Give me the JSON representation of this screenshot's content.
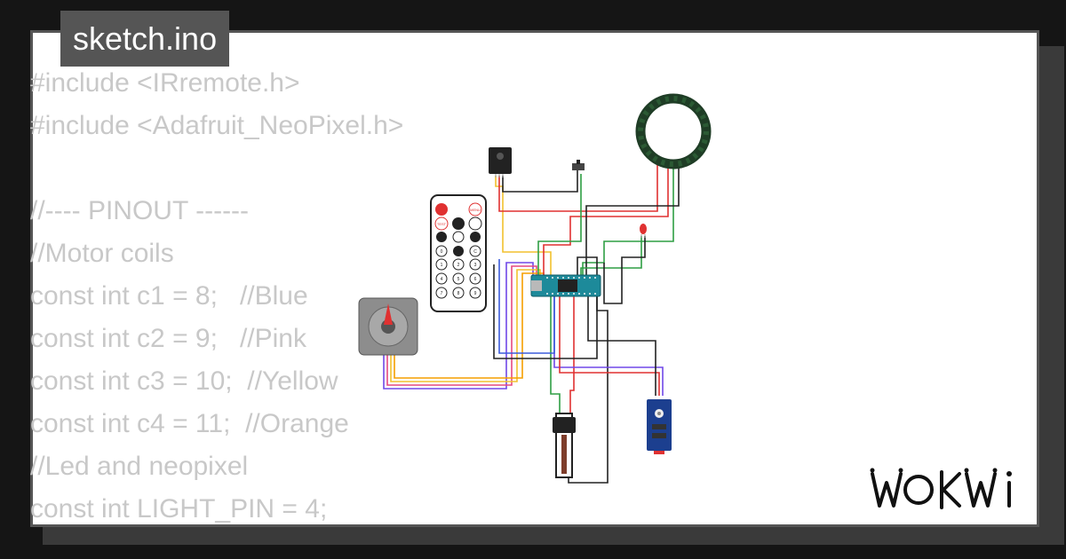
{
  "tab": {
    "title": "sketch.ino"
  },
  "code": {
    "lines": [
      "#include <IRremote.h>",
      "#include <Adafruit_NeoPixel.h>",
      "",
      "//---- PINOUT ------",
      "//Motor coils",
      "const int c1 = 8;   //Blue",
      "const int c2 = 9;   //Pink",
      "const int c3 = 10;  //Yellow",
      "const int c4 = 11;  //Orange",
      "//Led and neopixel",
      "const int LIGHT_PIN = 4;"
    ]
  },
  "diagram": {
    "components": [
      "arduino-nano-icon",
      "ir-remote-icon",
      "ir-receiver-icon",
      "stepper-motor-icon",
      "neopixel-ring-icon",
      "slide-switch-icon",
      "red-led-icon",
      "slide-potentiometer-icon",
      "sensor-module-icon"
    ],
    "remote_keys": [
      "MENU",
      "TEST",
      "0",
      "C",
      "1",
      "2",
      "3",
      "4",
      "5",
      "6",
      "7",
      "8",
      "9"
    ],
    "colors": {
      "board": "#1d8a9a",
      "wire_red": "#e03131",
      "wire_black": "#222222",
      "wire_green": "#2f9e44",
      "wire_yellow": "#f2c12e",
      "wire_orange": "#f59f00",
      "wire_purple": "#7048e8",
      "wire_blue": "#3b5bdb",
      "wire_pink": "#e64980"
    }
  },
  "brand": {
    "logo": "Wokwi",
    "logo_icon": "wokwi-logo-icon"
  },
  "colors": {
    "background": "#151515",
    "card": "#ffffff",
    "tab": "#555555",
    "code": "#c8c8c8"
  }
}
